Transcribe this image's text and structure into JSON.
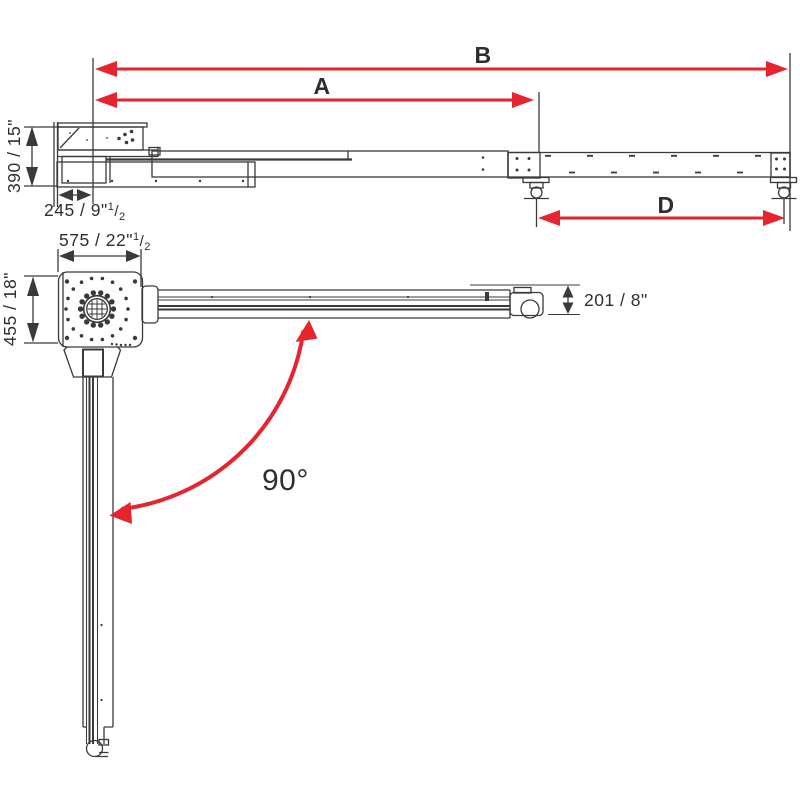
{
  "colors": {
    "accent_red": "#e5242f",
    "line": "#3a3a3a"
  },
  "labels": {
    "b": "B",
    "a": "A",
    "d": "D",
    "height_390": "390 / 15\"",
    "offset_245": {
      "main": "245 / 9\"",
      "sup": "1",
      "slash": "/",
      "sub": "2"
    },
    "width_575": {
      "main": "575 / 22\"",
      "sup": "1",
      "slash": "/",
      "sub": "2"
    },
    "depth_455": "455 / 18\"",
    "tube_201": "201 / 8\"",
    "angle_90": "90°"
  }
}
